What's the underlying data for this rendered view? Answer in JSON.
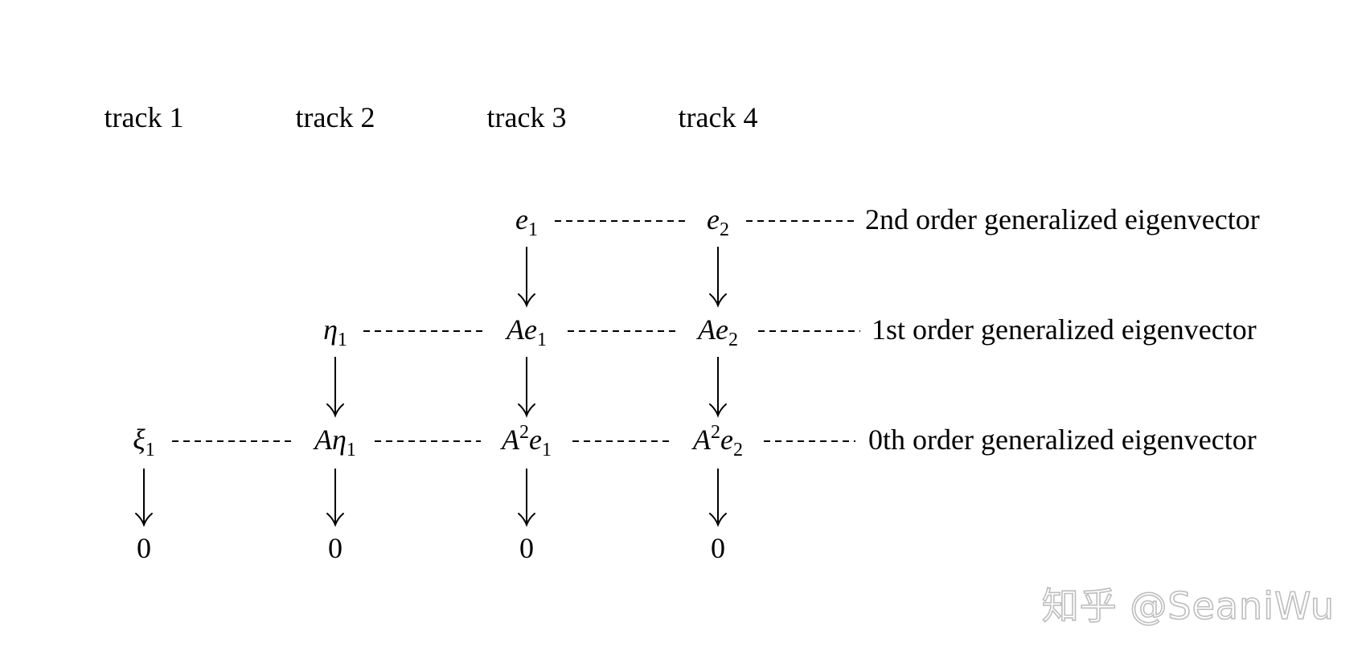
{
  "tracks": [
    "track 1",
    "track 2",
    "track 3",
    "track 4"
  ],
  "rows": {
    "second_order": {
      "label": "2nd order generalized eigenvector",
      "nodes": [
        {
          "base": "e",
          "sup": "",
          "sub": "1"
        },
        {
          "base": "e",
          "sup": "",
          "sub": "2"
        }
      ]
    },
    "first_order": {
      "label": "1st order generalized eigenvector",
      "nodes": [
        {
          "base": "η",
          "sup": "",
          "sub": "1"
        },
        {
          "base": "Ae",
          "sup": "",
          "sub": "1"
        },
        {
          "base": "Ae",
          "sup": "",
          "sub": "2"
        }
      ]
    },
    "zeroth_order": {
      "label": "0th order generalized eigenvector",
      "nodes": [
        {
          "base": "ξ",
          "sup": "",
          "sub": "1"
        },
        {
          "base": "Aη",
          "sup": "",
          "sub": "1"
        },
        {
          "base": "A",
          "sup": "2",
          "sub": "1",
          "tail": "e"
        },
        {
          "base": "A",
          "sup": "2",
          "sub": "2",
          "tail": "e"
        }
      ]
    },
    "zero_row": {
      "nodes": [
        "0",
        "0",
        "0",
        "0"
      ]
    }
  },
  "watermark": {
    "text": "知乎 @SeaniWu"
  }
}
